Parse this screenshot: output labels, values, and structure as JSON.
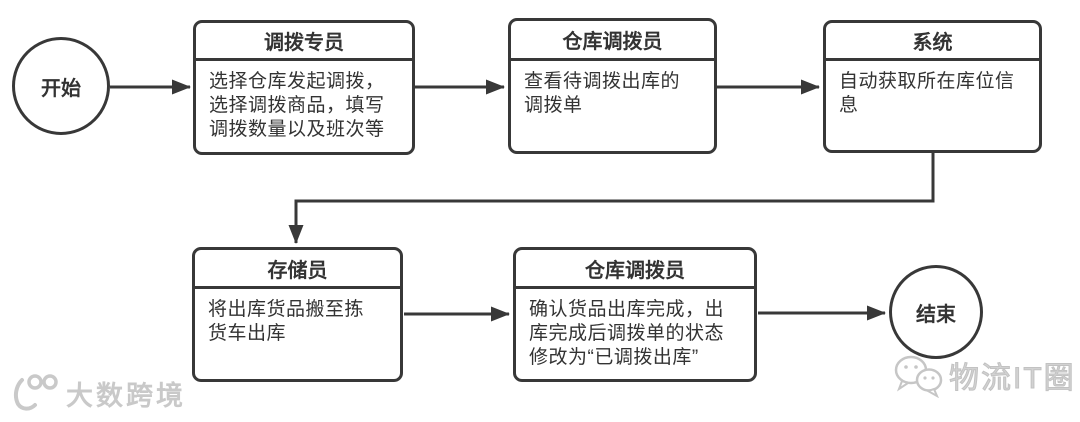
{
  "flowchart": {
    "start": {
      "label": "开始"
    },
    "end": {
      "label": "结束"
    },
    "nodes": [
      {
        "title": "调拨专员",
        "body": "选择仓库发起调拨，\n选择调拨商品，填写\n调拨数量以及班次等"
      },
      {
        "title": "仓库调拨员",
        "body": "查看待调拨出库的\n调拨单"
      },
      {
        "title": "系统",
        "body": "自动获取所在库位信\n息"
      },
      {
        "title": "存储员",
        "body": "将出库货品搬至拣\n货车出库"
      },
      {
        "title": "仓库调拨员",
        "body": "确认货品出库完成，出\n库完成后调拨单的状态\n修改为“已调拨出库”"
      }
    ]
  },
  "watermarks": {
    "bottom_left": {
      "label": "大数跨境",
      "icon": "dashu-100-smile-logo"
    },
    "bottom_right": {
      "label": "物流IT圈",
      "icon": "wechat-bubbles-logo"
    }
  },
  "colors": {
    "stroke": "#383838",
    "text": "#333333",
    "background": "#ffffff",
    "watermark": "#c9c9c9"
  }
}
